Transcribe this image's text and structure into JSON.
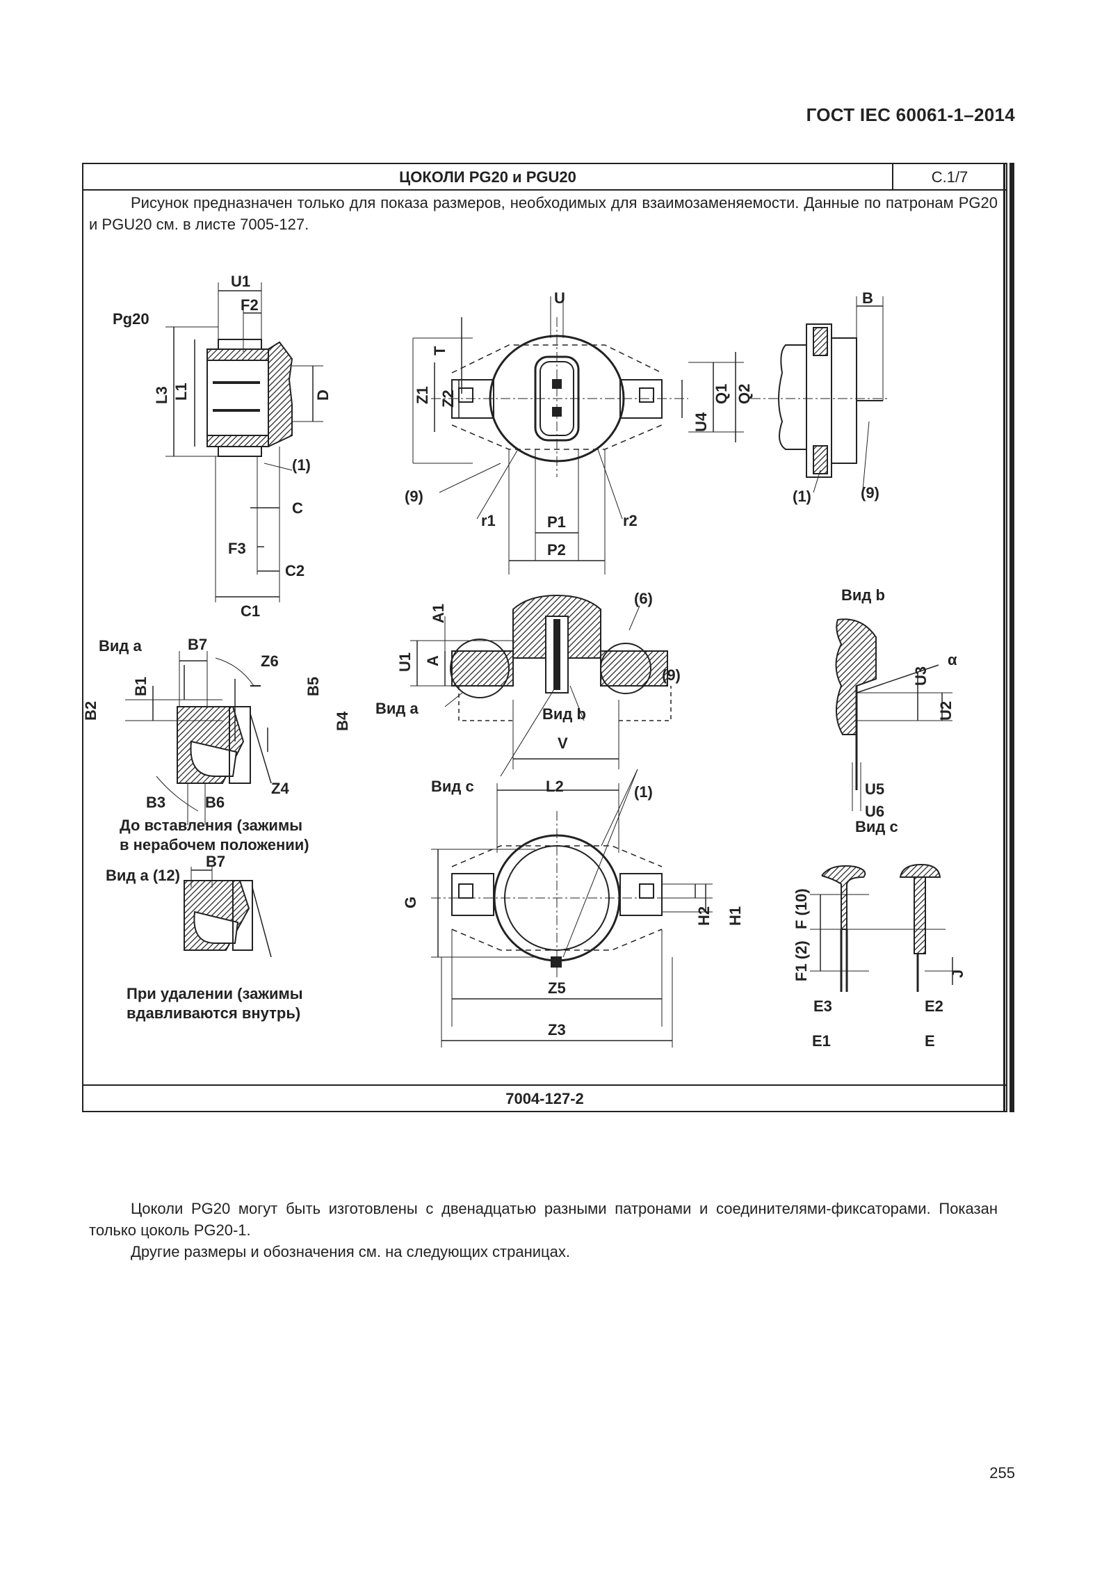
{
  "header": {
    "standard": "ГОСТ IEC 60061-1–2014"
  },
  "sheet": {
    "title": "ЦОКОЛИ PG20 и PGU20",
    "number": "С.1/7",
    "intro": "Рисунок предназначен только для показа размеров, необходимых для взаимозаменяемости. Данные по патронам PG20 и PGU20 см. в листе 7005-127.",
    "footer_code": "7004-127-2"
  },
  "drawing": {
    "pg20": "Pg20",
    "view_a": "Вид а",
    "view_b": "Вид b",
    "view_c": "Вид с",
    "view_a12": "Вид а (12)",
    "before_insert_1": "До вставления (зажимы",
    "before_insert_2": "в нерабочем положении)",
    "on_remove_1": "При удалении (зажимы",
    "on_remove_2": "вдавливаются внутрь)",
    "dims": {
      "U1": "U1",
      "F2": "F2",
      "L3": "L3",
      "L1": "L1",
      "D": "D",
      "ref1": "(1)",
      "C": "C",
      "F3": "F3",
      "C2": "C2",
      "C1": "C1",
      "U": "U",
      "T": "T",
      "Z1": "Z1",
      "Z2": "Z2",
      "U4": "U4",
      "Q1": "Q1",
      "Q2": "Q2",
      "ref9": "(9)",
      "r1": "r1",
      "r2": "r2",
      "P1": "P1",
      "P2": "P2",
      "B": "B",
      "ref6": "(6)",
      "A1": "A1",
      "A": "A",
      "V": "V",
      "B7": "B7",
      "Z6": "Z6",
      "B1": "B1",
      "B5": "B5",
      "B2": "B2",
      "B4": "B4",
      "B3": "B3",
      "B6": "B6",
      "Z4": "Z4",
      "L2": "L2",
      "G": "G",
      "H2": "H2",
      "H1": "H1",
      "Z5": "Z5",
      "Z3": "Z3",
      "U3": "U3",
      "U2": "U2",
      "alpha": "α",
      "U5": "U5",
      "U6": "U6",
      "F10": "F (10)",
      "F1_2": "F1 (2)",
      "J": "J",
      "E3": "E3",
      "E2": "E2",
      "E1": "E1",
      "E": "E"
    }
  },
  "notes": [
    "Цоколи PG20 могут быть изготовлены с двенадцатью разными патронами и соединителями-фиксаторами. Показан только цоколь PG20-1.",
    "Другие размеры и обозначения см. на следующих страницах."
  ],
  "page_number": "255"
}
